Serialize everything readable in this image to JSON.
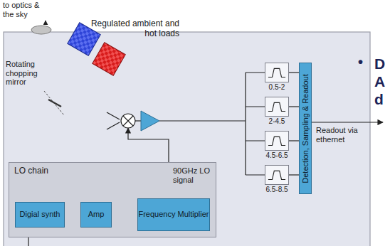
{
  "diagram": {
    "nodes": [
      {
        "text": [
          "LO chain"
        ]
      },
      {
        "text": [
          "Digial synth"
        ],
        "in": 0
      },
      {
        "text": [
          "Amp"
        ],
        "in": 0
      },
      {
        "text": [
          "Frequency Multiplier"
        ],
        "in": 0
      },
      {
        "text": [
          "0.5-2"
        ]
      },
      {
        "text": [
          "2-4.5"
        ]
      },
      {
        "text": [
          "4.5-6.5"
        ]
      },
      {
        "text": [
          "6.5-8.5"
        ]
      },
      {
        "text": [
          "Detection, Sampling & Readout"
        ]
      }
    ],
    "edges": [
      {
        "from": 1,
        "to": 2,
        "arrow": "to"
      },
      {
        "from": 2,
        "to": 3,
        "arrow": "to"
      },
      {
        "from": 4,
        "to": 8,
        "arrow": "none"
      },
      {
        "from": 5,
        "to": 8,
        "arrow": "none"
      },
      {
        "from": 6,
        "to": 8,
        "arrow": "none"
      },
      {
        "from": 7,
        "to": 8,
        "arrow": "none"
      }
    ],
    "labels": [
      "to optics & the sky",
      "Regulated ambient and hot loads",
      "Rotating chopping mirror",
      "90GHz LO signal",
      "Readout via ethernet",
      "•",
      "D",
      "A",
      "d"
    ]
  }
}
